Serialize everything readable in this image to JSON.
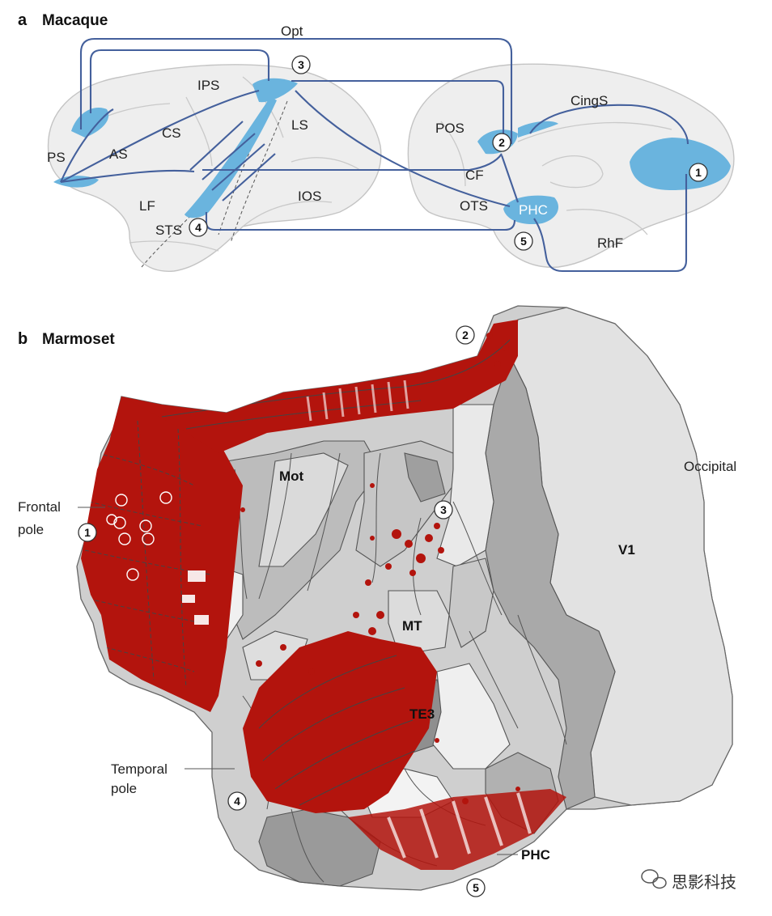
{
  "panel_a": {
    "letter": "a",
    "title": "Macaque",
    "labels": {
      "opt": "Opt",
      "ips": "IPS",
      "ps": "PS",
      "cs": "CS",
      "as": "AS",
      "ls": "LS",
      "lf": "LF",
      "sts": "STS",
      "ios": "IOS",
      "pos": "POS",
      "cings": "CingS",
      "cf": "CF",
      "ots": "OTS",
      "phc": "PHC",
      "rhf": "RhF"
    },
    "markers": {
      "m1": "1",
      "m2": "2",
      "m3": "3",
      "m4": "4",
      "m5": "5"
    }
  },
  "panel_b": {
    "letter": "b",
    "title": "Marmoset",
    "labels": {
      "frontal_1": "Frontal",
      "frontal_2": "pole",
      "temporal_1": "Temporal",
      "temporal_2": "pole",
      "occipital": "Occipital",
      "v1": "V1",
      "mot": "Mot",
      "mt": "MT",
      "te3": "TE3",
      "phc": "PHC"
    },
    "markers": {
      "m1": "1",
      "m2": "2",
      "m3": "3",
      "m4": "4",
      "m5": "5"
    }
  },
  "watermark": {
    "text": "思影科技",
    "icon": "wechat-icon"
  },
  "colors": {
    "connection": "#44609c",
    "highlight": "#6ab4de",
    "labeling": "#b3140d",
    "v1": "#e2e2e2"
  }
}
